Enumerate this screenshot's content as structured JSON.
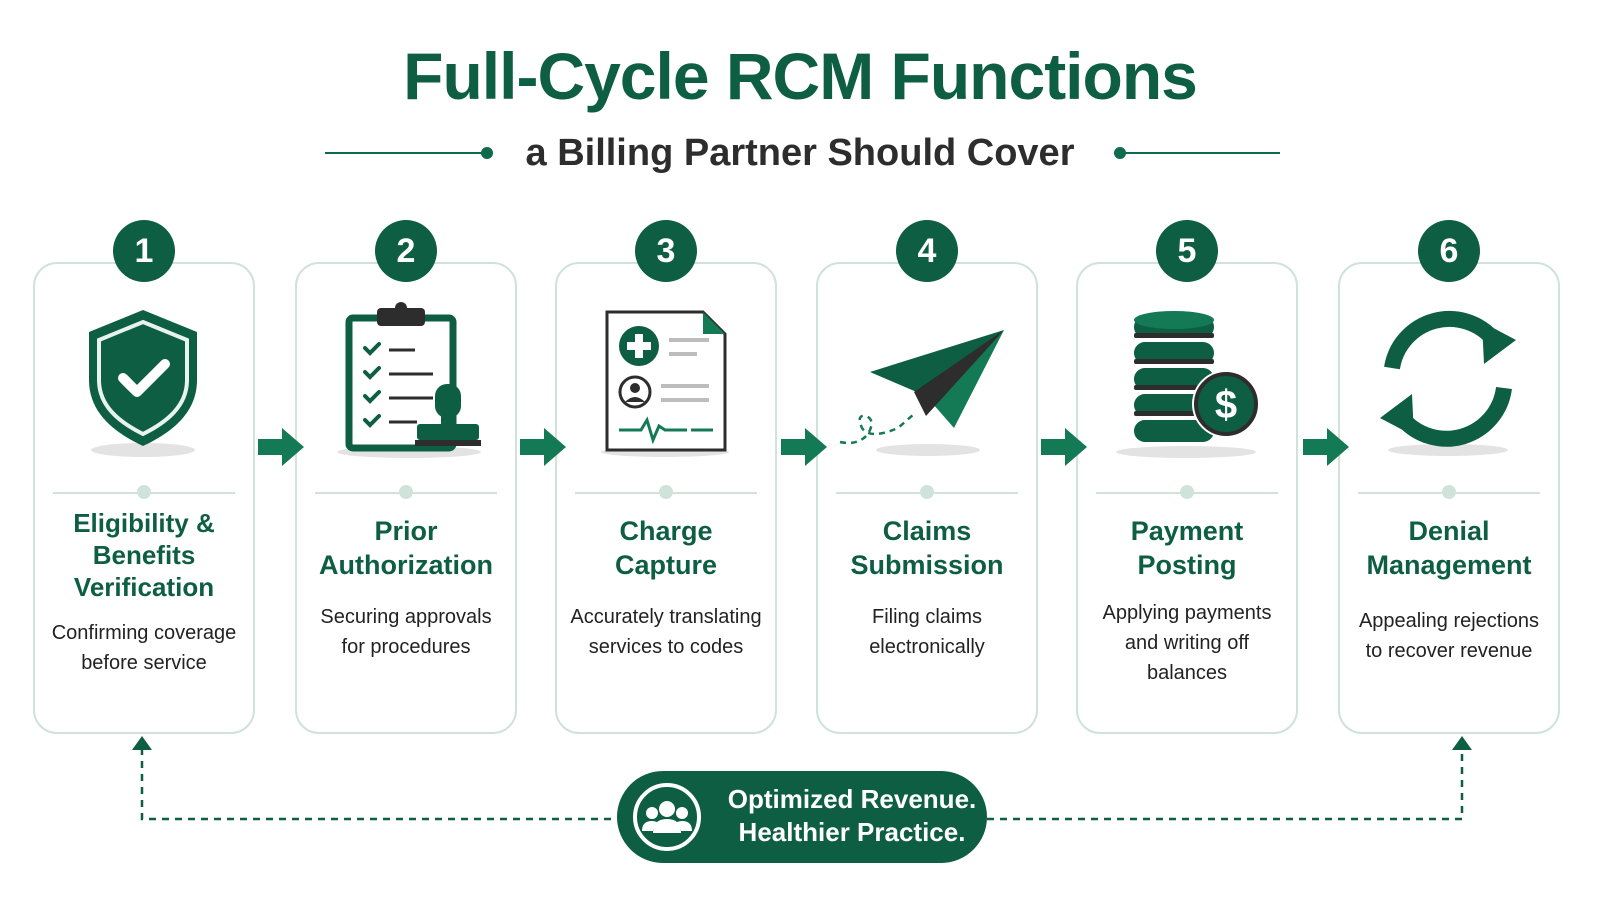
{
  "title": "Full-Cycle RCM Functions",
  "subtitle": "a Billing Partner Should Cover",
  "steps": [
    {
      "number": "1",
      "title": "Eligibility & Benefits Verification",
      "description": "Confirming coverage before service",
      "icon": "shield-check-icon"
    },
    {
      "number": "2",
      "title": "Prior Authorization",
      "description": "Securing approvals for procedures",
      "icon": "clipboard-stamp-icon"
    },
    {
      "number": "3",
      "title": "Charge Capture",
      "description": "Accurately translating services to codes",
      "icon": "medical-document-icon"
    },
    {
      "number": "4",
      "title": "Claims Submission",
      "description": "Filing claims electronically",
      "icon": "paper-plane-icon"
    },
    {
      "number": "5",
      "title": "Payment Posting",
      "description": "Applying payments and writing off balances",
      "icon": "coin-stack-dollar-icon"
    },
    {
      "number": "6",
      "title": "Denial Management",
      "description": "Appealing rejections to recover revenue",
      "icon": "refresh-cycle-icon"
    }
  ],
  "footer": {
    "line1": "Optimized Revenue.",
    "line2": "Healthier Practice.",
    "icon": "people-group-icon"
  },
  "colors": {
    "primary": "#0e5e43",
    "accent": "#147a55",
    "border": "#cfe3da"
  }
}
